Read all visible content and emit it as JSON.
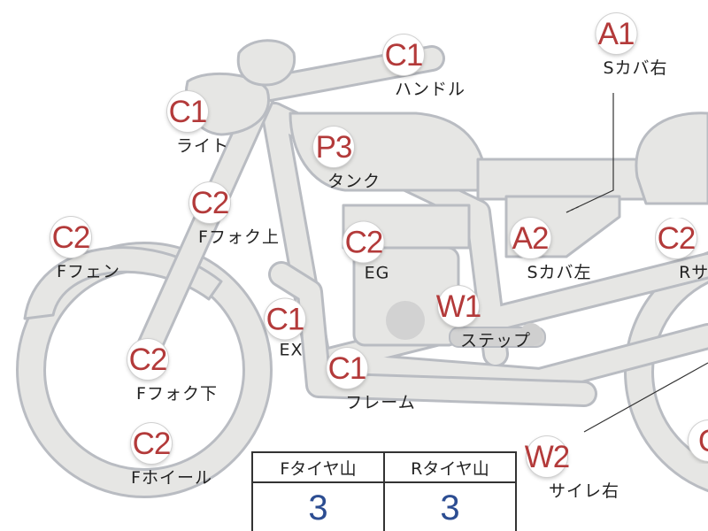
{
  "markers": [
    {
      "id": "handle",
      "code": "C1",
      "label": "ハンドル"
    },
    {
      "id": "light",
      "code": "C1",
      "label": "ライト"
    },
    {
      "id": "tank",
      "code": "P3",
      "label": "タンク"
    },
    {
      "id": "fork-upper",
      "code": "C2",
      "label": "Fフォク上"
    },
    {
      "id": "front-fender",
      "code": "C2",
      "label": "Fフェン"
    },
    {
      "id": "engine",
      "code": "C2",
      "label": "EG"
    },
    {
      "id": "exhaust",
      "code": "C1",
      "label": "EX"
    },
    {
      "id": "step",
      "code": "W1",
      "label": "ステップ"
    },
    {
      "id": "frame",
      "code": "C1",
      "label": "フレーム"
    },
    {
      "id": "fork-lower",
      "code": "C2",
      "label": "Fフォク下"
    },
    {
      "id": "front-wheel",
      "code": "C2",
      "label": "Fホイール"
    },
    {
      "id": "side-cover-right",
      "code": "A1",
      "label": "Sカバ右"
    },
    {
      "id": "side-cover-left",
      "code": "A2",
      "label": "Sカバ左"
    },
    {
      "id": "rear-suspension",
      "code": "C2",
      "label": "Rサス"
    },
    {
      "id": "silencer-right",
      "code": "W2",
      "label": "サイレ右"
    },
    {
      "id": "rear-partial",
      "code": "C",
      "label": ""
    }
  ],
  "tire_table": {
    "headers": [
      "Fタイヤ山",
      "Rタイヤ山"
    ],
    "values": [
      "3",
      "3"
    ]
  },
  "colors": {
    "part_fill": "#e6e6e4",
    "part_outline": "#b9bcc2",
    "badge_text": "#b33a3a",
    "table_value": "#2c4d92"
  }
}
